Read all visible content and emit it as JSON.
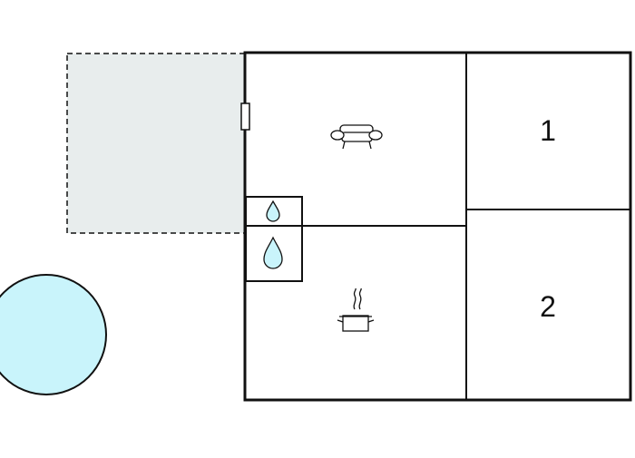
{
  "floorplan": {
    "rooms": [
      {
        "id": "living-room",
        "icon": "sofa-icon"
      },
      {
        "id": "kitchen",
        "icon": "cooking-pot-icon"
      },
      {
        "id": "bedroom-1",
        "label": "1"
      },
      {
        "id": "bedroom-2",
        "label": "2"
      },
      {
        "id": "toilet",
        "icon": "water-drop-icon"
      },
      {
        "id": "shower",
        "icon": "water-drop-icon"
      }
    ],
    "terrace": {
      "style": "dashed",
      "fill": "#e8eded"
    },
    "pool": {
      "shape": "circle",
      "fill": "#c9f4fb"
    },
    "door": {
      "location": "living-room-west-wall"
    }
  },
  "colors": {
    "wall": "#111111",
    "terrace_fill": "#e8eded",
    "pool_fill": "#c9f4fb",
    "water_icon_fill": "#c9f4fb"
  }
}
